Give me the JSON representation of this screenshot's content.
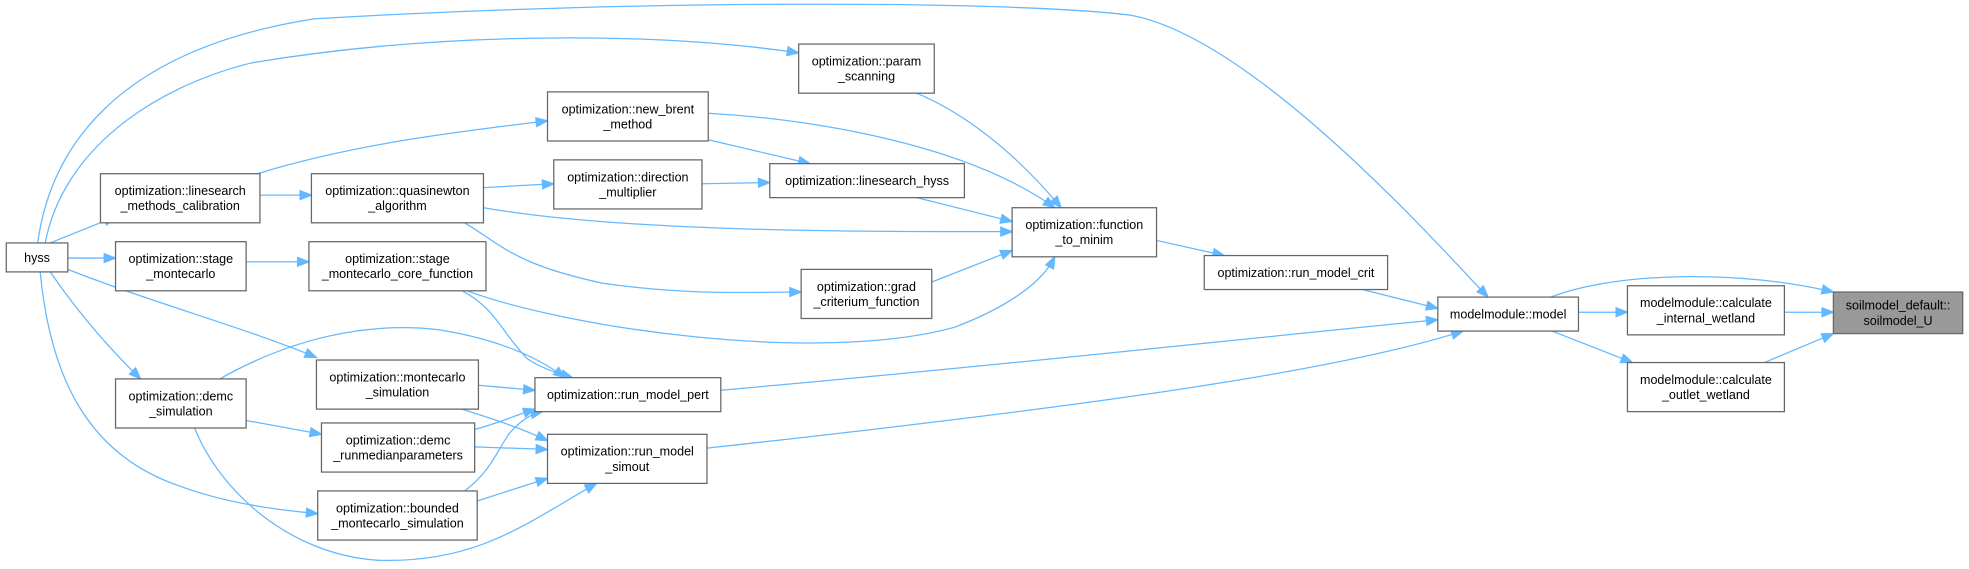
{
  "diagram": {
    "type": "caller-graph",
    "colors": {
      "edge": "#63b8ff",
      "node_border": "#666666",
      "node_fill": "#ffffff",
      "target_fill": "#999999"
    },
    "nodes": [
      {
        "id": "hyss",
        "lines": [
          "hyss"
        ]
      },
      {
        "id": "linesearch_methods_calibration",
        "lines": [
          "optimization::linesearch",
          "_methods_calibration"
        ]
      },
      {
        "id": "stage_montecarlo",
        "lines": [
          "optimization::stage",
          "_montecarlo"
        ]
      },
      {
        "id": "demc_simulation",
        "lines": [
          "optimization::demc",
          "_simulation"
        ]
      },
      {
        "id": "quasinewton_algorithm",
        "lines": [
          "optimization::quasinewton",
          "_algorithm"
        ]
      },
      {
        "id": "stage_montecarlo_core_function",
        "lines": [
          "optimization::stage",
          "_montecarlo_core_function"
        ]
      },
      {
        "id": "montecarlo_simulation",
        "lines": [
          "optimization::montecarlo",
          "_simulation"
        ]
      },
      {
        "id": "demc_runmedianparameters",
        "lines": [
          "optimization::demc",
          "_runmedianparameters"
        ]
      },
      {
        "id": "bounded_montecarlo_simulation",
        "lines": [
          "optimization::bounded",
          "_montecarlo_simulation"
        ]
      },
      {
        "id": "new_brent_method",
        "lines": [
          "optimization::new_brent",
          "_method"
        ]
      },
      {
        "id": "direction_multiplier",
        "lines": [
          "optimization::direction",
          "_multiplier"
        ]
      },
      {
        "id": "param_scanning",
        "lines": [
          "optimization::param",
          "_scanning"
        ]
      },
      {
        "id": "linesearch_hyss",
        "lines": [
          "optimization::linesearch_hyss"
        ]
      },
      {
        "id": "grad_criterium_function",
        "lines": [
          "optimization::grad",
          "_criterium_function"
        ]
      },
      {
        "id": "run_model_pert",
        "lines": [
          "optimization::run_model_pert"
        ]
      },
      {
        "id": "run_model_simout",
        "lines": [
          "optimization::run_model",
          "_simout"
        ]
      },
      {
        "id": "function_to_minim",
        "lines": [
          "optimization::function",
          "_to_minim"
        ]
      },
      {
        "id": "run_model_crit",
        "lines": [
          "optimization::run_model_crit"
        ]
      },
      {
        "id": "model",
        "lines": [
          "modelmodule::model"
        ]
      },
      {
        "id": "calculate_internal_wetland",
        "lines": [
          "modelmodule::calculate",
          "_internal_wetland"
        ]
      },
      {
        "id": "calculate_outlet_wetland",
        "lines": [
          "modelmodule::calculate",
          "_outlet_wetland"
        ]
      },
      {
        "id": "soilmodel_U",
        "lines": [
          "soilmodel_default::",
          "soilmodel_U"
        ],
        "target": true
      }
    ],
    "edges": [
      [
        "hyss",
        "linesearch_methods_calibration"
      ],
      [
        "hyss",
        "stage_montecarlo"
      ],
      [
        "hyss",
        "demc_simulation"
      ],
      [
        "hyss",
        "montecarlo_simulation"
      ],
      [
        "hyss",
        "bounded_montecarlo_simulation"
      ],
      [
        "hyss",
        "param_scanning"
      ],
      [
        "hyss",
        "model"
      ],
      [
        "linesearch_methods_calibration",
        "quasinewton_algorithm"
      ],
      [
        "linesearch_methods_calibration",
        "new_brent_method"
      ],
      [
        "stage_montecarlo",
        "stage_montecarlo_core_function"
      ],
      [
        "quasinewton_algorithm",
        "direction_multiplier"
      ],
      [
        "quasinewton_algorithm",
        "function_to_minim"
      ],
      [
        "quasinewton_algorithm",
        "grad_criterium_function"
      ],
      [
        "stage_montecarlo_core_function",
        "function_to_minim"
      ],
      [
        "stage_montecarlo_core_function",
        "run_model_pert"
      ],
      [
        "demc_simulation",
        "run_model_pert"
      ],
      [
        "demc_simulation",
        "demc_runmedianparameters"
      ],
      [
        "demc_simulation",
        "run_model_simout"
      ],
      [
        "montecarlo_simulation",
        "run_model_pert"
      ],
      [
        "montecarlo_simulation",
        "run_model_simout"
      ],
      [
        "demc_runmedianparameters",
        "run_model_pert"
      ],
      [
        "demc_runmedianparameters",
        "run_model_simout"
      ],
      [
        "bounded_montecarlo_simulation",
        "run_model_pert"
      ],
      [
        "bounded_montecarlo_simulation",
        "run_model_simout"
      ],
      [
        "new_brent_method",
        "linesearch_hyss"
      ],
      [
        "new_brent_method",
        "function_to_minim"
      ],
      [
        "direction_multiplier",
        "linesearch_hyss"
      ],
      [
        "param_scanning",
        "function_to_minim"
      ],
      [
        "linesearch_hyss",
        "function_to_minim"
      ],
      [
        "grad_criterium_function",
        "function_to_minim"
      ],
      [
        "function_to_minim",
        "run_model_crit"
      ],
      [
        "run_model_crit",
        "model"
      ],
      [
        "run_model_pert",
        "model"
      ],
      [
        "run_model_simout",
        "model"
      ],
      [
        "model",
        "calculate_internal_wetland"
      ],
      [
        "model",
        "calculate_outlet_wetland"
      ],
      [
        "model",
        "soilmodel_U"
      ],
      [
        "calculate_internal_wetland",
        "soilmodel_U"
      ],
      [
        "calculate_outlet_wetland",
        "soilmodel_U"
      ]
    ]
  }
}
